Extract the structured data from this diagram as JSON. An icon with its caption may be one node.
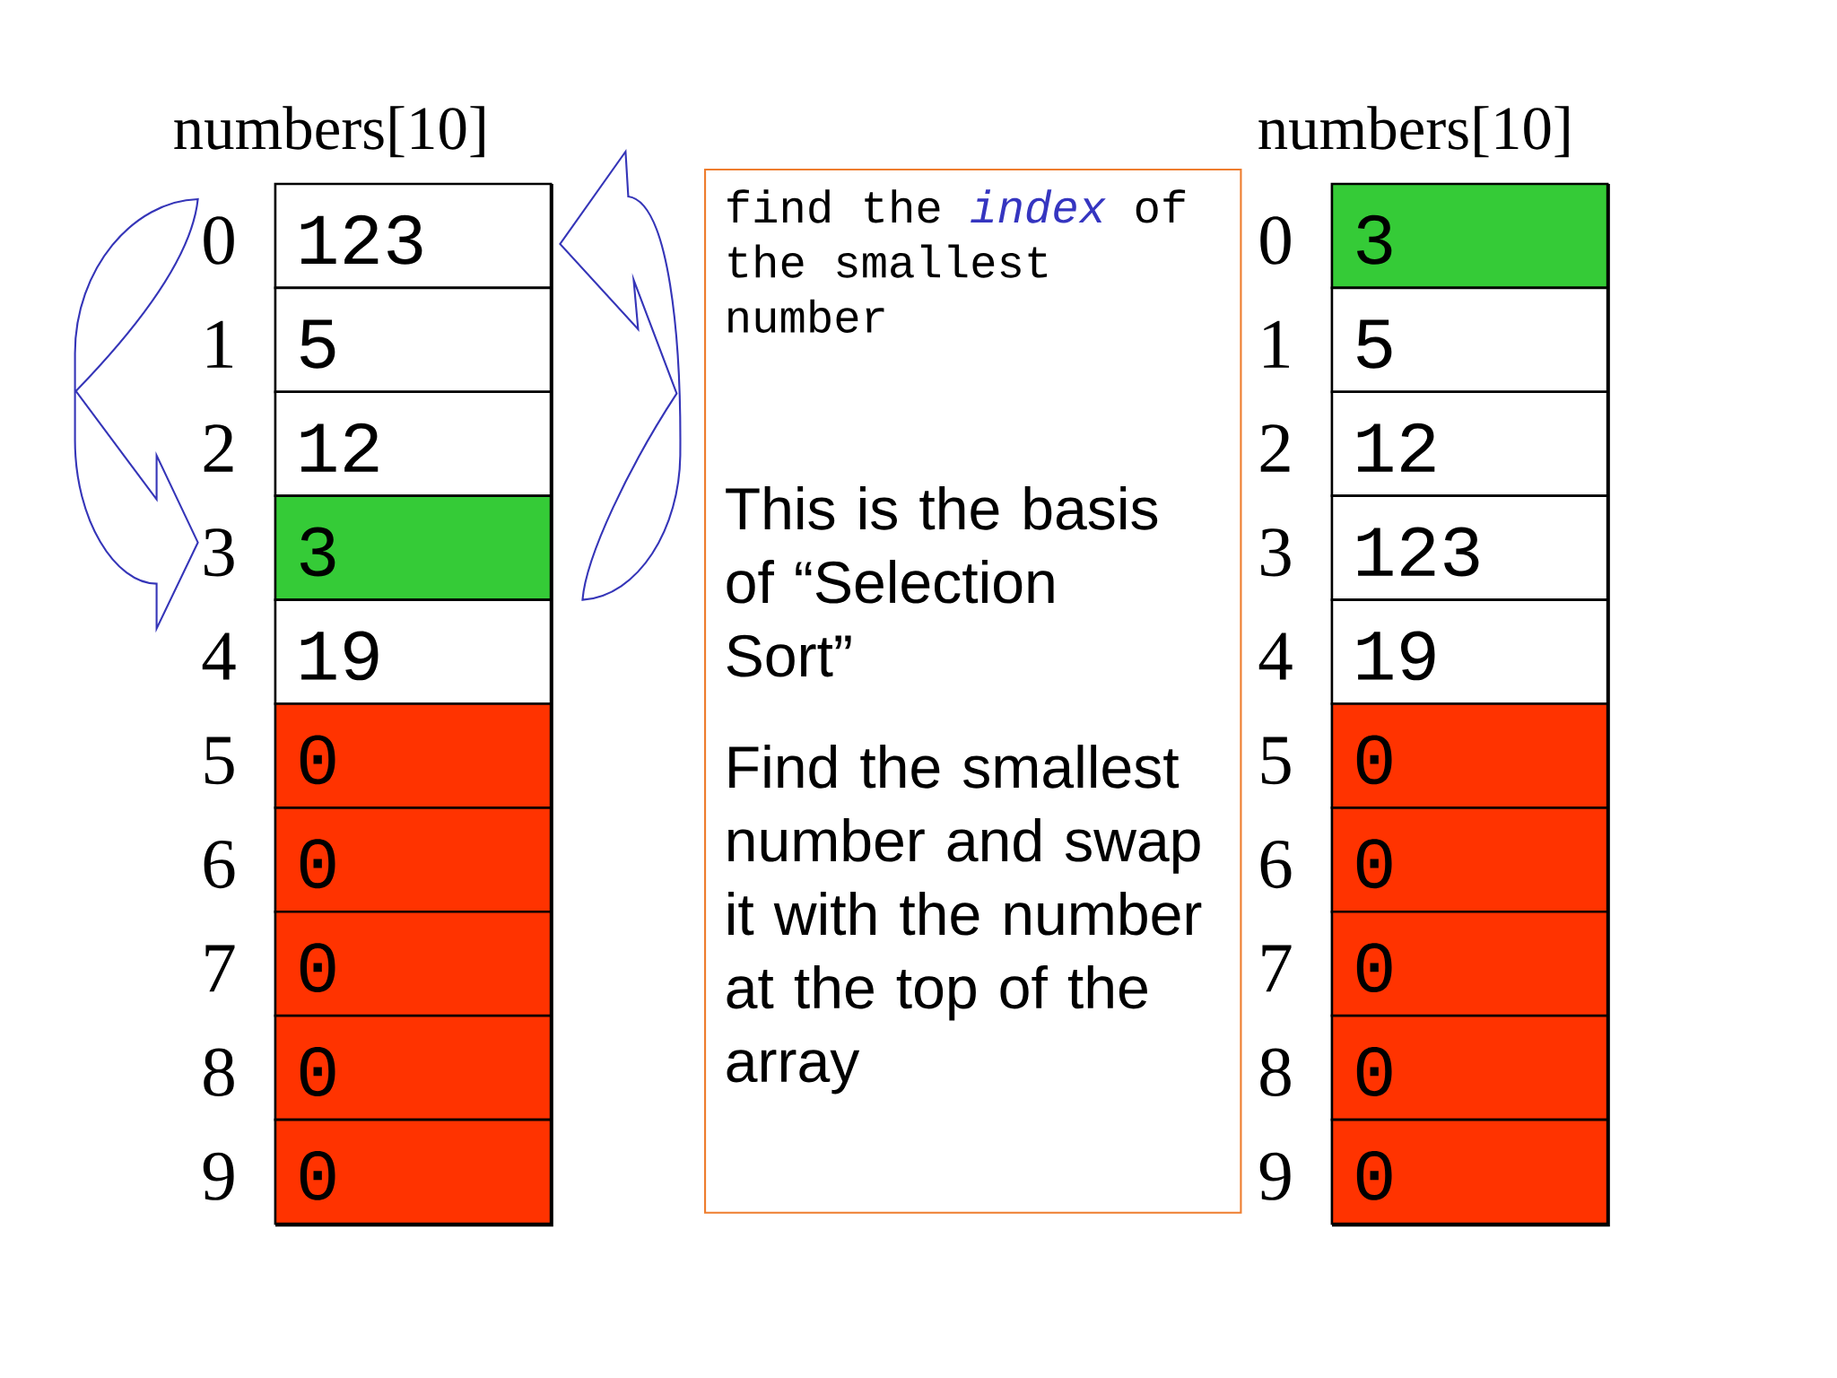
{
  "diagram": {
    "nodes": [
      {
        "text": [
          "numbers[10]"
        ]
      },
      {
        "text": [
          "123"
        ],
        "in": 0,
        "beside": [
          "0"
        ]
      },
      {
        "text": [
          "5"
        ],
        "in": 0,
        "beside": [
          "1"
        ]
      },
      {
        "text": [
          "12"
        ],
        "in": 0,
        "beside": [
          "2"
        ]
      },
      {
        "text": [
          "3"
        ],
        "in": 0,
        "beside": [
          "3"
        ]
      },
      {
        "text": [
          "19"
        ],
        "in": 0,
        "beside": [
          "4"
        ]
      },
      {
        "text": [
          "0"
        ],
        "in": 0,
        "beside": [
          "5"
        ]
      },
      {
        "text": [
          "0"
        ],
        "in": 0,
        "beside": [
          "6"
        ]
      },
      {
        "text": [
          "0"
        ],
        "in": 0,
        "beside": [
          "7"
        ]
      },
      {
        "text": [
          "0"
        ],
        "in": 0,
        "beside": [
          "8"
        ]
      },
      {
        "text": [
          "0"
        ],
        "in": 0,
        "beside": [
          "9"
        ]
      },
      {
        "text": [
          "find the *index* of the smallest number",
          "This is the basis of “Selection Sort”",
          "Find the smallest number and swap it with the number at the top of the array"
        ]
      },
      {
        "text": [
          "numbers[10]"
        ]
      },
      {
        "text": [
          "3"
        ],
        "in": 12,
        "beside": [
          "0"
        ]
      },
      {
        "text": [
          "5"
        ],
        "in": 12,
        "beside": [
          "1"
        ]
      },
      {
        "text": [
          "12"
        ],
        "in": 12,
        "beside": [
          "2"
        ]
      },
      {
        "text": [
          "123"
        ],
        "in": 12,
        "beside": [
          "3"
        ]
      },
      {
        "text": [
          "19"
        ],
        "in": 12,
        "beside": [
          "4"
        ]
      },
      {
        "text": [
          "0"
        ],
        "in": 12,
        "beside": [
          "5"
        ]
      },
      {
        "text": [
          "0"
        ],
        "in": 12,
        "beside": [
          "6"
        ]
      },
      {
        "text": [
          "0"
        ],
        "in": 12,
        "beside": [
          "7"
        ]
      },
      {
        "text": [
          "0"
        ],
        "in": 12,
        "beside": [
          "8"
        ]
      },
      {
        "text": [
          "0"
        ],
        "in": 12,
        "beside": [
          "9"
        ]
      }
    ],
    "edges": [
      {
        "from": 1,
        "to": 4,
        "arrow": "to"
      },
      {
        "from": 4,
        "to": 1,
        "arrow": "to"
      }
    ]
  }
}
